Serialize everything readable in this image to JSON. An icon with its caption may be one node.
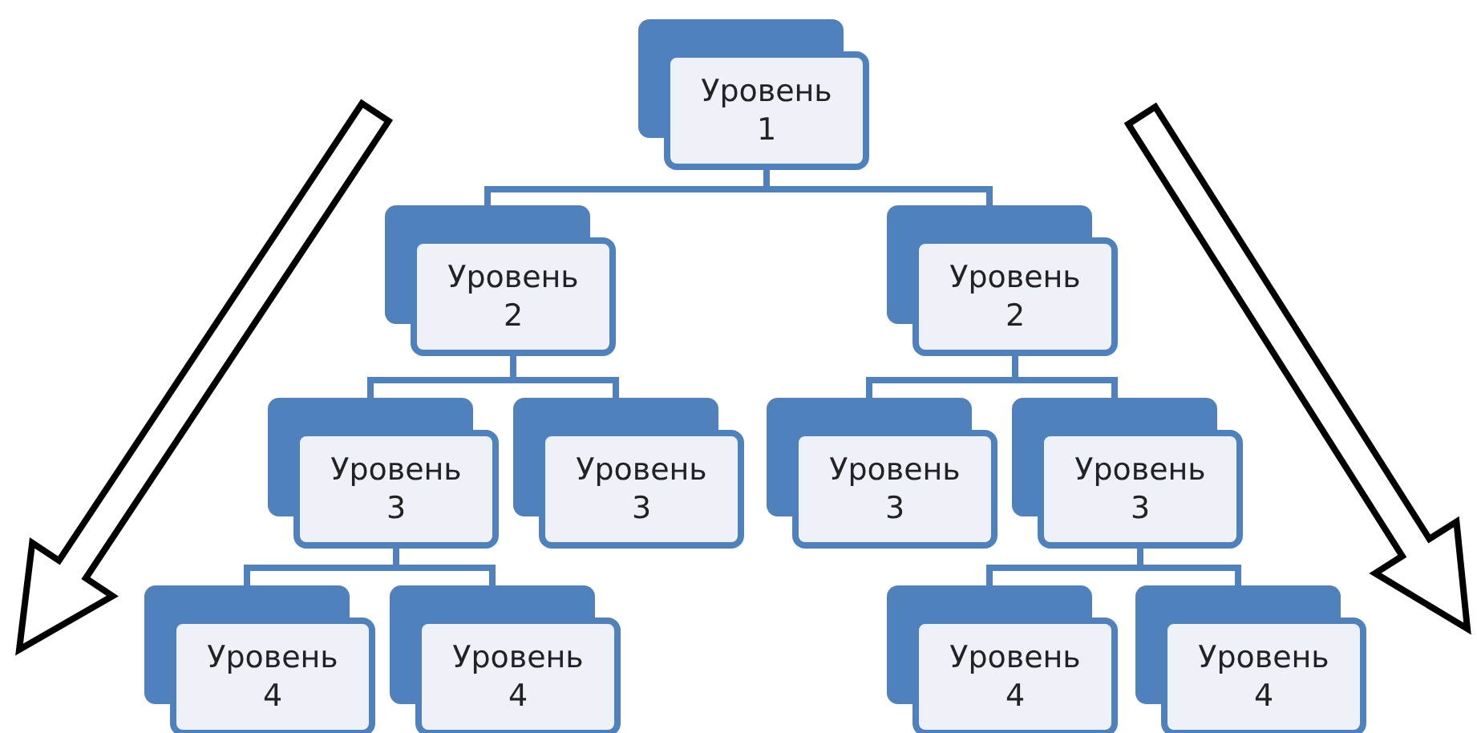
{
  "diagram": {
    "nodes": [
      {
        "text": [
          "Уровень 1"
        ]
      },
      {
        "text": [
          "Уровень 2"
        ]
      },
      {
        "text": [
          "Уровень 2"
        ]
      },
      {
        "text": [
          "Уровень 3"
        ]
      },
      {
        "text": [
          "Уровень 3"
        ]
      },
      {
        "text": [
          "Уровень 3"
        ]
      },
      {
        "text": [
          "Уровень 3"
        ]
      },
      {
        "text": [
          "Уровень 4"
        ]
      },
      {
        "text": [
          "Уровень 4"
        ]
      },
      {
        "text": [
          "Уровень 4"
        ]
      },
      {
        "text": [
          "Уровень 4"
        ]
      }
    ],
    "edges": [
      {
        "from": 0,
        "to": 1,
        "arrow": "none"
      },
      {
        "from": 0,
        "to": 2,
        "arrow": "none"
      },
      {
        "from": 1,
        "to": 3,
        "arrow": "none"
      },
      {
        "from": 1,
        "to": 4,
        "arrow": "none"
      },
      {
        "from": 2,
        "to": 5,
        "arrow": "none"
      },
      {
        "from": 2,
        "to": 6,
        "arrow": "none"
      },
      {
        "from": 3,
        "to": 7,
        "arrow": "none"
      },
      {
        "from": 3,
        "to": 8,
        "arrow": "none"
      },
      {
        "from": 6,
        "to": 9,
        "arrow": "none"
      },
      {
        "from": 6,
        "to": 10,
        "arrow": "none"
      }
    ]
  }
}
